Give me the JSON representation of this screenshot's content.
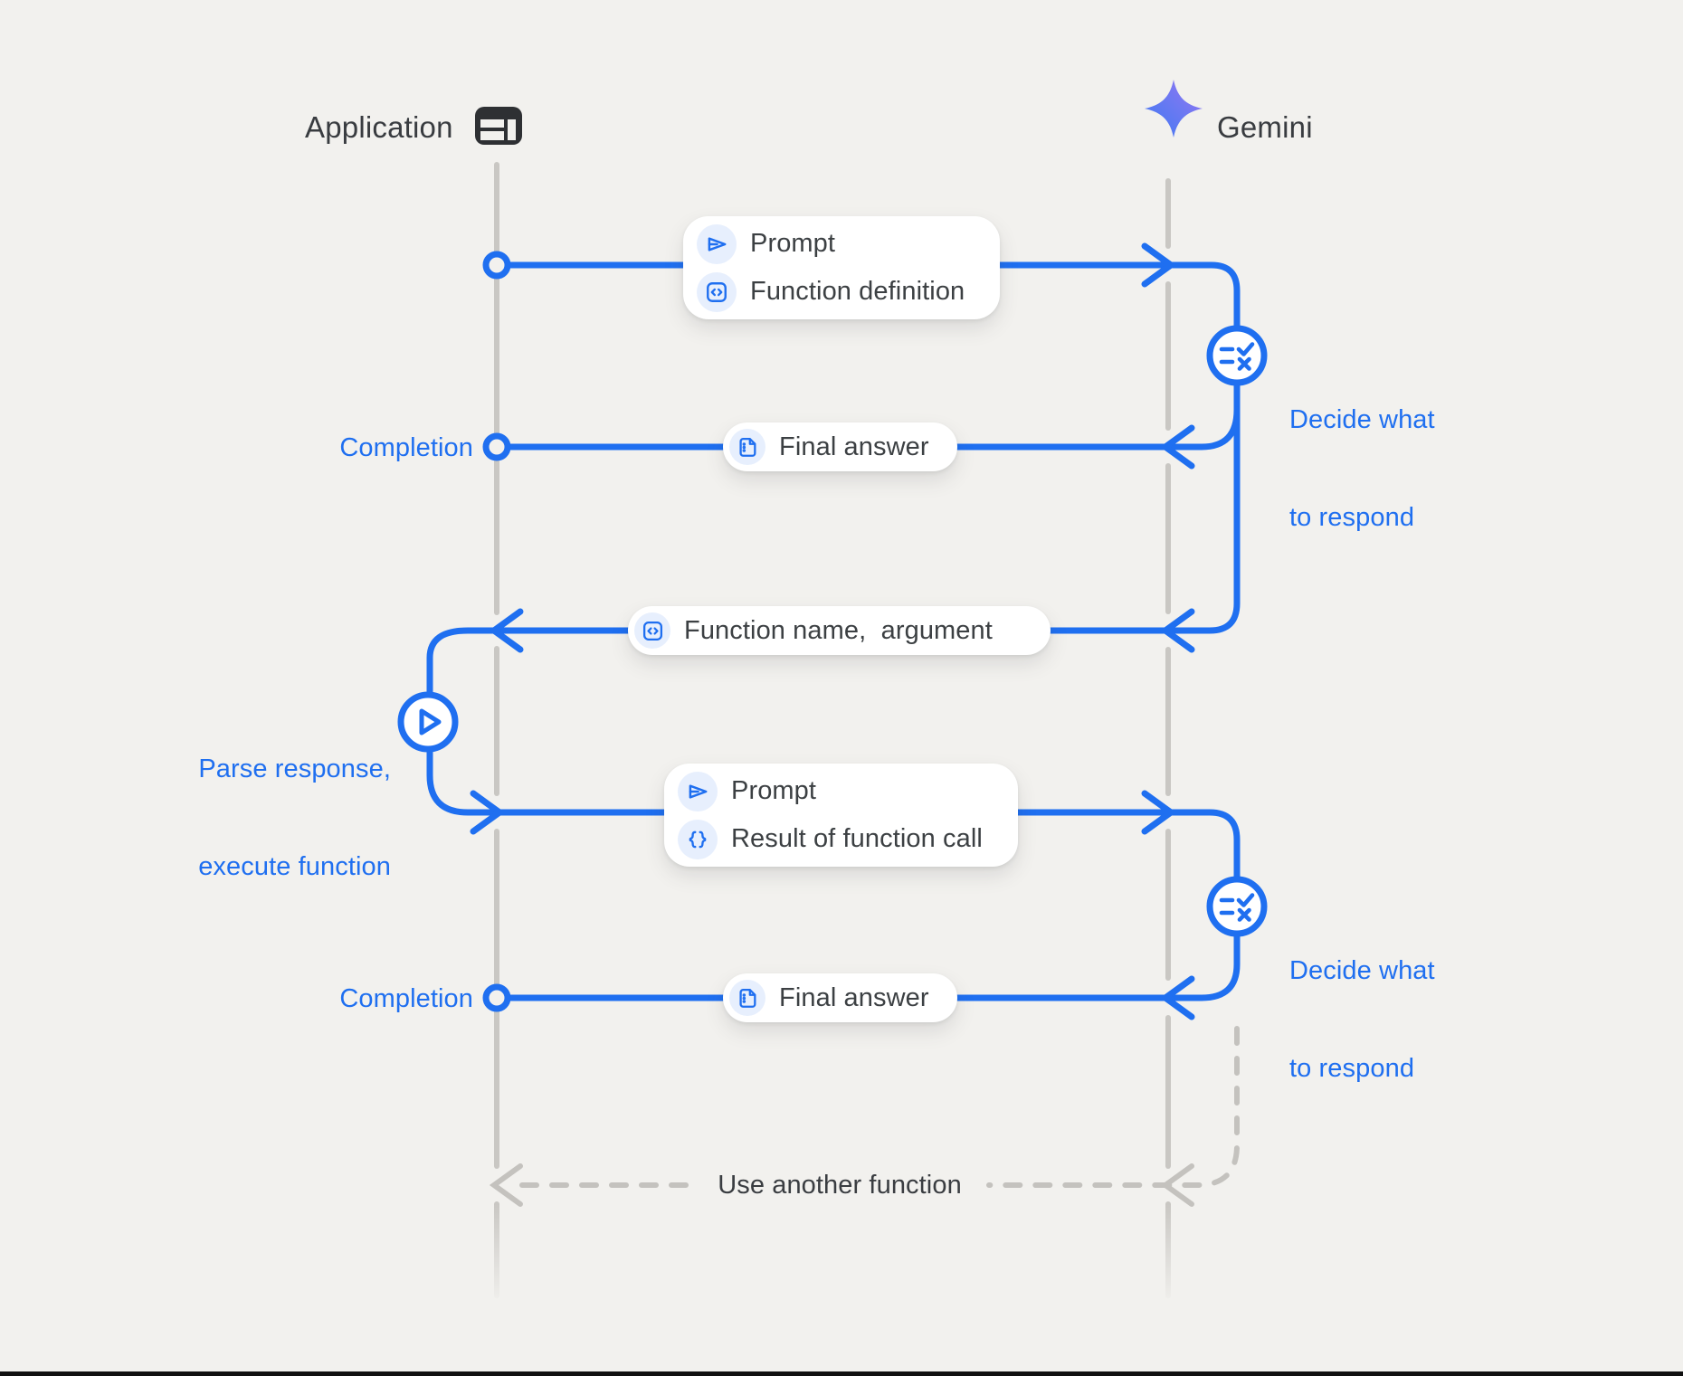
{
  "actors": {
    "application": {
      "label": "Application",
      "icon": "app-window-icon"
    },
    "gemini": {
      "label": "Gemini",
      "icon": "gemini-spark-icon"
    }
  },
  "messages": {
    "prompt_fn_def": {
      "items": [
        {
          "icon": "send-icon",
          "label": "Prompt"
        },
        {
          "icon": "code-icon",
          "label": "Function definition"
        }
      ]
    },
    "final_answer_1": {
      "items": [
        {
          "icon": "document-icon",
          "label": "Final answer"
        }
      ]
    },
    "function_name_argument": {
      "items": [
        {
          "icon": "code-icon",
          "label": "Function name,  argument"
        }
      ]
    },
    "prompt_result": {
      "items": [
        {
          "icon": "send-icon",
          "label": "Prompt"
        },
        {
          "icon": "braces-icon",
          "label": "Result of function call"
        }
      ]
    },
    "final_answer_2": {
      "items": [
        {
          "icon": "document-icon",
          "label": "Final answer"
        }
      ]
    }
  },
  "annotations": {
    "completion_1": "Completion",
    "completion_2": "Completion",
    "decide_1": {
      "line1": "Decide what",
      "line2": "to respond"
    },
    "decide_2": {
      "line1": "Decide what",
      "line2": "to respond"
    },
    "parse": {
      "line1": "Parse response,",
      "line2": "execute function"
    },
    "use_another_function": "Use another function"
  },
  "icons": {
    "decide_node": "rule-check-x-icon",
    "parse_node": "play-icon"
  },
  "colors": {
    "accent_blue": "#1f6ff0",
    "icon_chip_blue": "#e7effd",
    "dark_text": "#3c4043",
    "blue_text": "#1f6ff0",
    "lifeline_gray": "#c9c7c3",
    "dashed_gray": "#c4c2be",
    "background": "#f2f1ee",
    "box_white": "#ffffff",
    "gemini_gradient_start": "#3e79f3",
    "gemini_gradient_end": "#9b74f1"
  }
}
